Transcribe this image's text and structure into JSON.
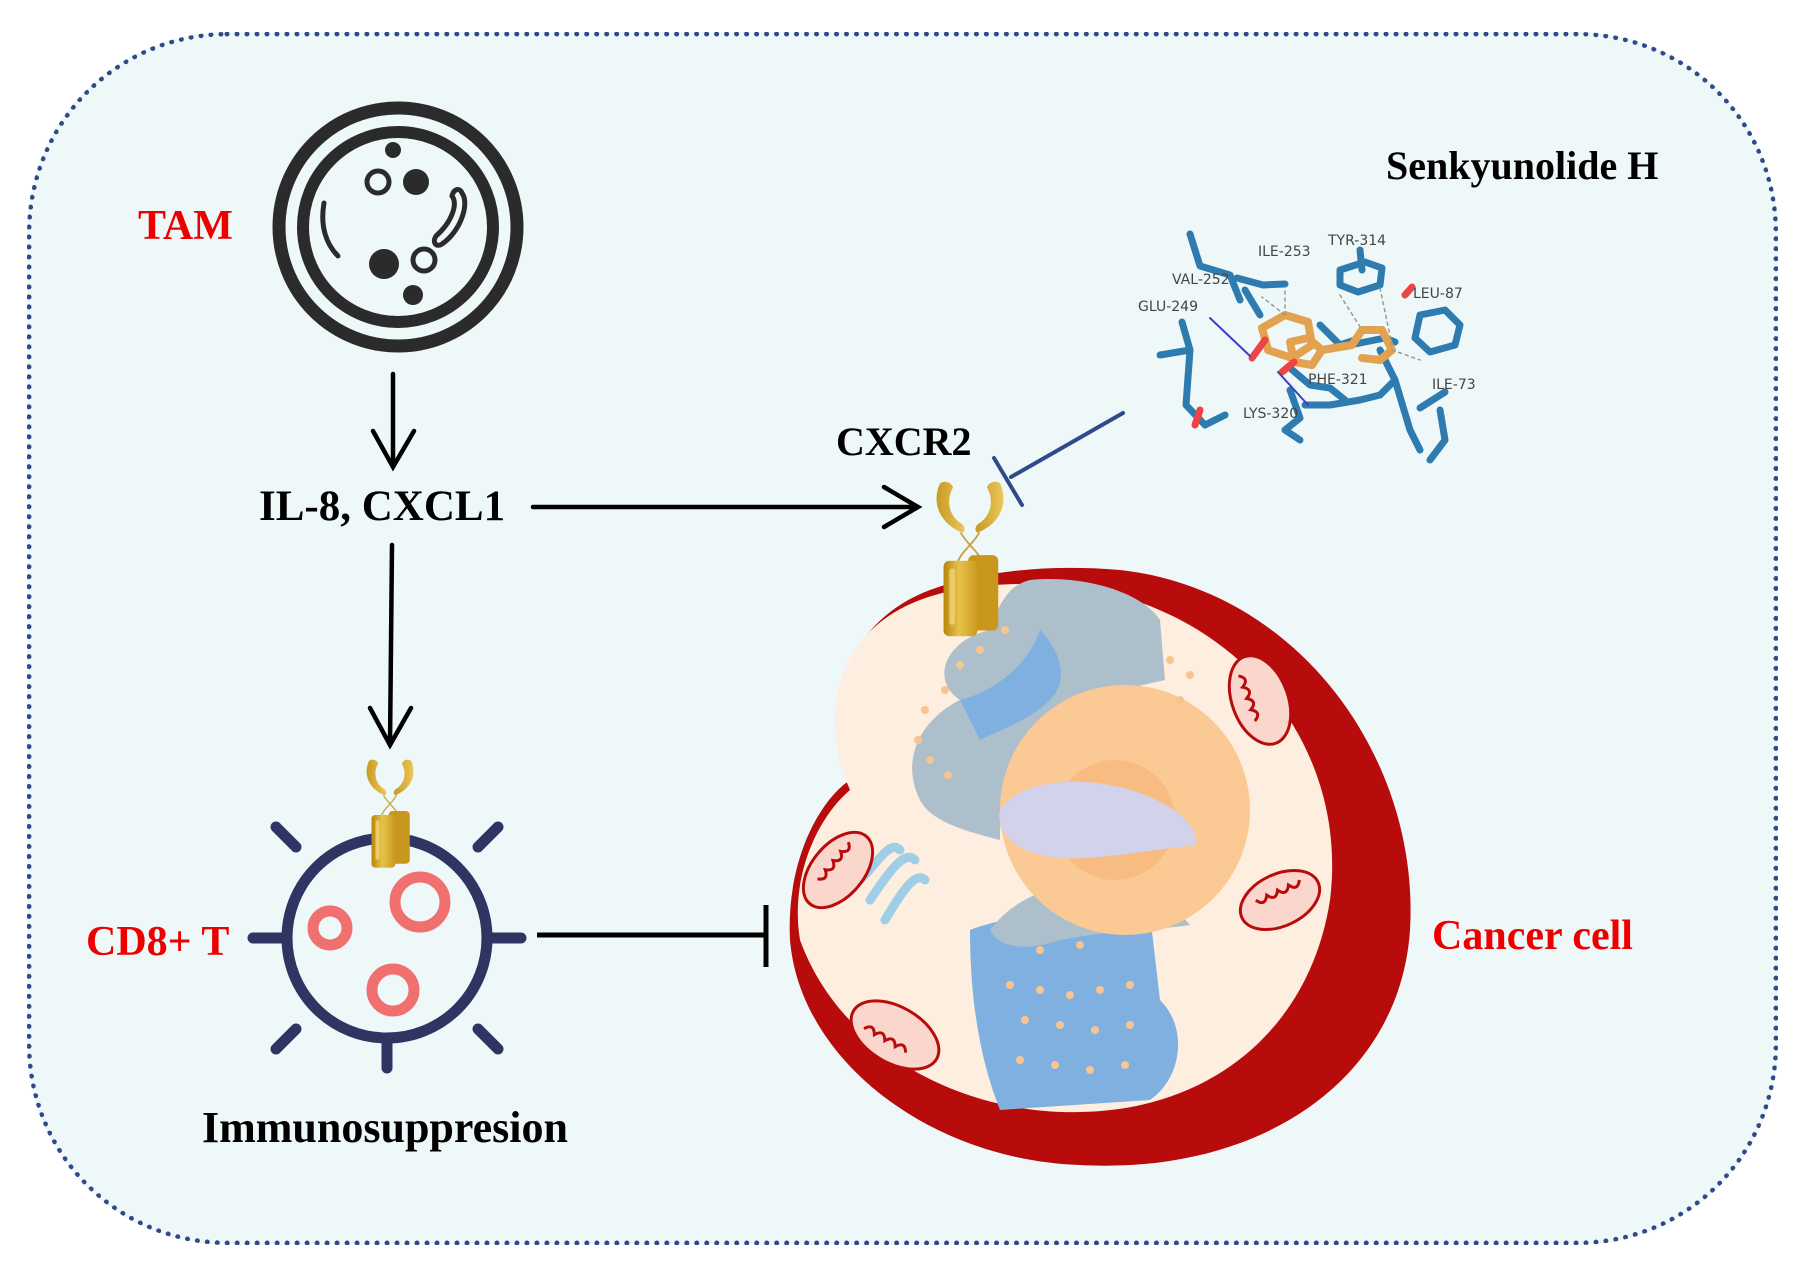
{
  "labels": {
    "tam": "TAM",
    "cytokines": "IL-8, CXCL1",
    "receptor": "CXCR2",
    "compound": "Senkyunolide H",
    "cd8": "CD8+ T",
    "immunosuppression": "Immunosuppresion",
    "cancer_cell": "Cancer cell"
  },
  "docking_residues": [
    "ILE-253",
    "TYR-314",
    "VAL-252",
    "LEU-87",
    "GLU-249",
    "PHE-321",
    "ILE-73",
    "LYS-320"
  ],
  "relations": [
    {
      "from": "TAM",
      "to": "IL-8, CXCL1",
      "type": "activation"
    },
    {
      "from": "IL-8, CXCL1",
      "to": "CXCR2",
      "type": "activation"
    },
    {
      "from": "IL-8, CXCL1",
      "to": "CD8+ T",
      "type": "activation"
    },
    {
      "from": "Senkyunolide H",
      "to": "CXCR2",
      "type": "inhibition"
    },
    {
      "from": "CD8+ T",
      "to": "Cancer cell",
      "type": "inhibition"
    }
  ],
  "colors": {
    "label_red": "#ee0000",
    "border": "#2f4a8a",
    "background": "#eff8f8",
    "inhibitor_line": "#2f4a8a",
    "receptor_gold": "#d4a52a",
    "cancer_membrane": "#b80b0b",
    "tcell_outline": "#2e3563",
    "tcell_granule": "#f07070"
  }
}
